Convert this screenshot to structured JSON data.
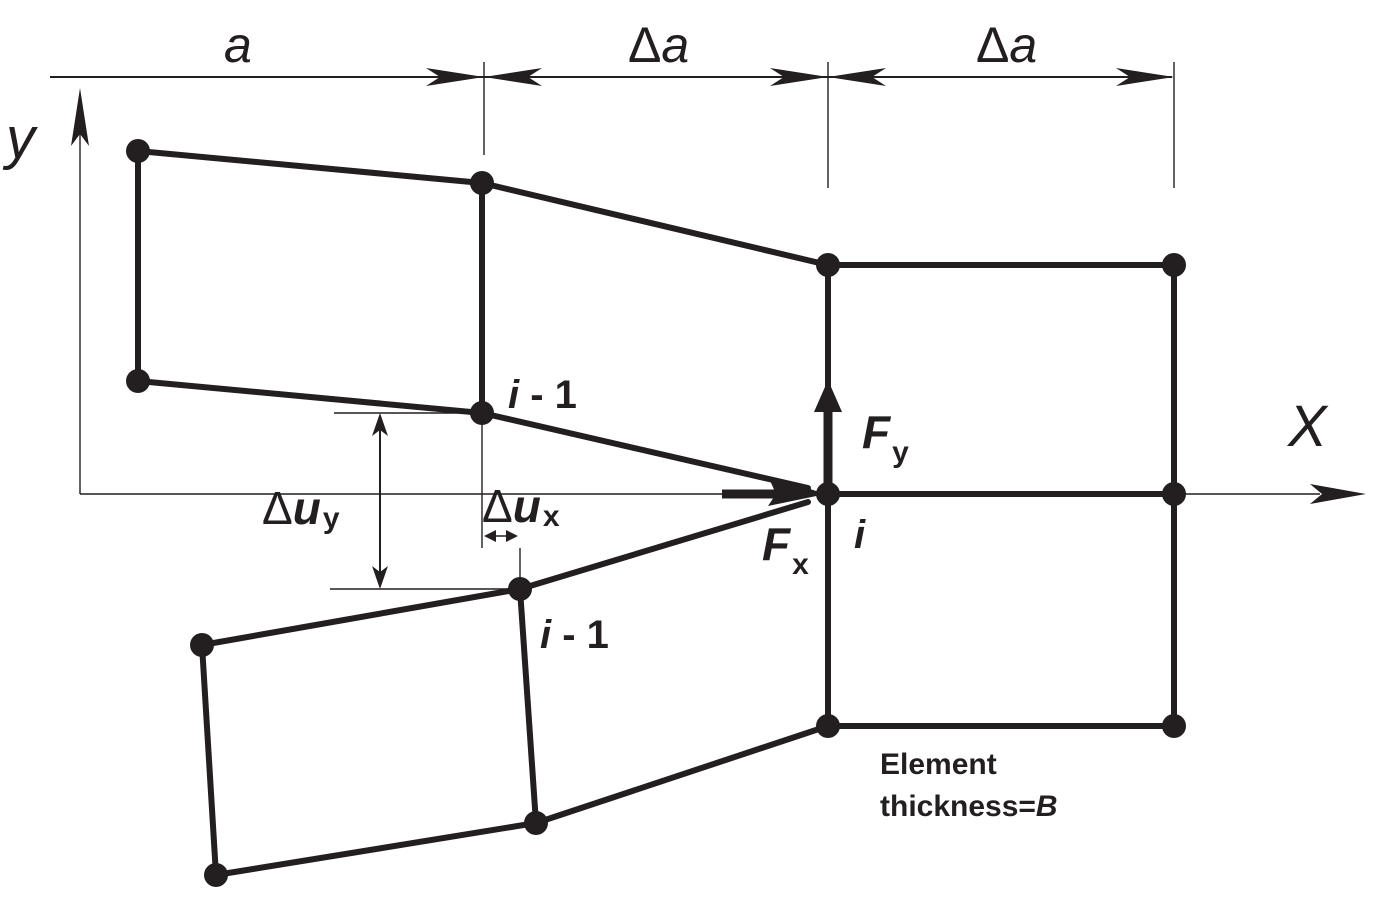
{
  "dimensions": {
    "first": "a",
    "delta_symbol": "Δ",
    "second_var": "a",
    "third_var": "a"
  },
  "axes": {
    "y": "y",
    "x": "X"
  },
  "nodes": {
    "upper_prev": {
      "main": "i",
      "rest": " - 1"
    },
    "lower_prev": {
      "main": "i",
      "rest": " - 1"
    },
    "crack_tip": "i"
  },
  "forces": {
    "fy_main": "F",
    "fy_sub": "y",
    "fx_main": "F",
    "fx_sub": "x"
  },
  "displacements": {
    "delta_symbol": "Δ",
    "uy_main": "u",
    "uy_sub": "y",
    "ux_main": "u",
    "ux_sub": "x"
  },
  "note": {
    "line1": "Element",
    "line2_prefix": "thickness=",
    "line2_var": "B"
  },
  "colors": {
    "ink": "#231f20",
    "background": "#ffffff"
  }
}
